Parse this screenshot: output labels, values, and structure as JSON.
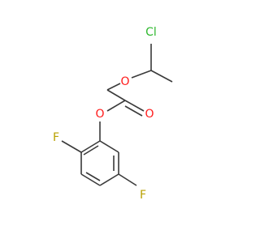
{
  "structure": {
    "atoms": [
      {
        "id": "cl",
        "label": "Cl",
        "element": "Cl",
        "color": "#2eb82e"
      },
      {
        "id": "o_ether",
        "label": "O",
        "element": "O",
        "color": "#ff1a1a"
      },
      {
        "id": "o_carbonyl",
        "label": "O",
        "element": "O",
        "color": "#ff1a1a"
      },
      {
        "id": "o_aryl",
        "label": "O",
        "element": "O",
        "color": "#ff1a1a"
      },
      {
        "id": "f_ortho",
        "label": "F",
        "element": "F",
        "color": "#b8a000"
      },
      {
        "id": "f_meta",
        "label": "F",
        "element": "F",
        "color": "#b8a000"
      }
    ],
    "bond_color": "#3a3a3a"
  }
}
